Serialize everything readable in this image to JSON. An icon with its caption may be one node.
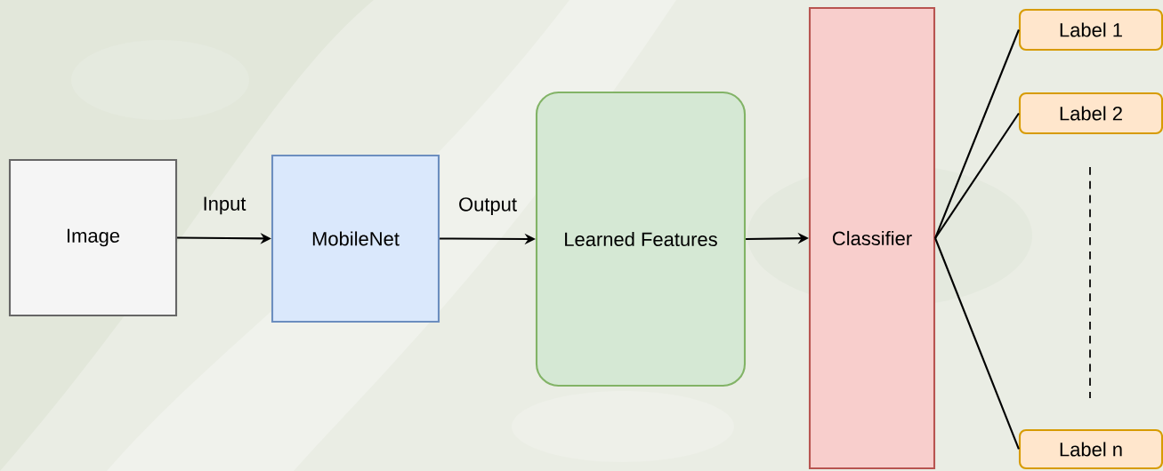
{
  "diagram": {
    "nodes": [
      {
        "text": [
          "Image"
        ]
      },
      {
        "text": [
          "MobileNet"
        ]
      },
      {
        "text": [
          "Learned Features"
        ]
      },
      {
        "text": [
          "Classifier"
        ]
      },
      {
        "text": [
          "Label 1"
        ]
      },
      {
        "text": [
          "Label 2"
        ]
      },
      {
        "text": [
          "Label n"
        ]
      }
    ],
    "edges": [
      {
        "from": 0,
        "to": 1,
        "arrow": "to",
        "label": "Input"
      },
      {
        "from": 1,
        "to": 2,
        "arrow": "to",
        "label": "Output"
      },
      {
        "from": 2,
        "to": 3,
        "arrow": "to"
      },
      {
        "from": 3,
        "to": 4,
        "arrow": "none"
      },
      {
        "from": 3,
        "to": 5,
        "arrow": "none"
      },
      {
        "from": 3,
        "to": 6,
        "arrow": "none"
      }
    ]
  }
}
